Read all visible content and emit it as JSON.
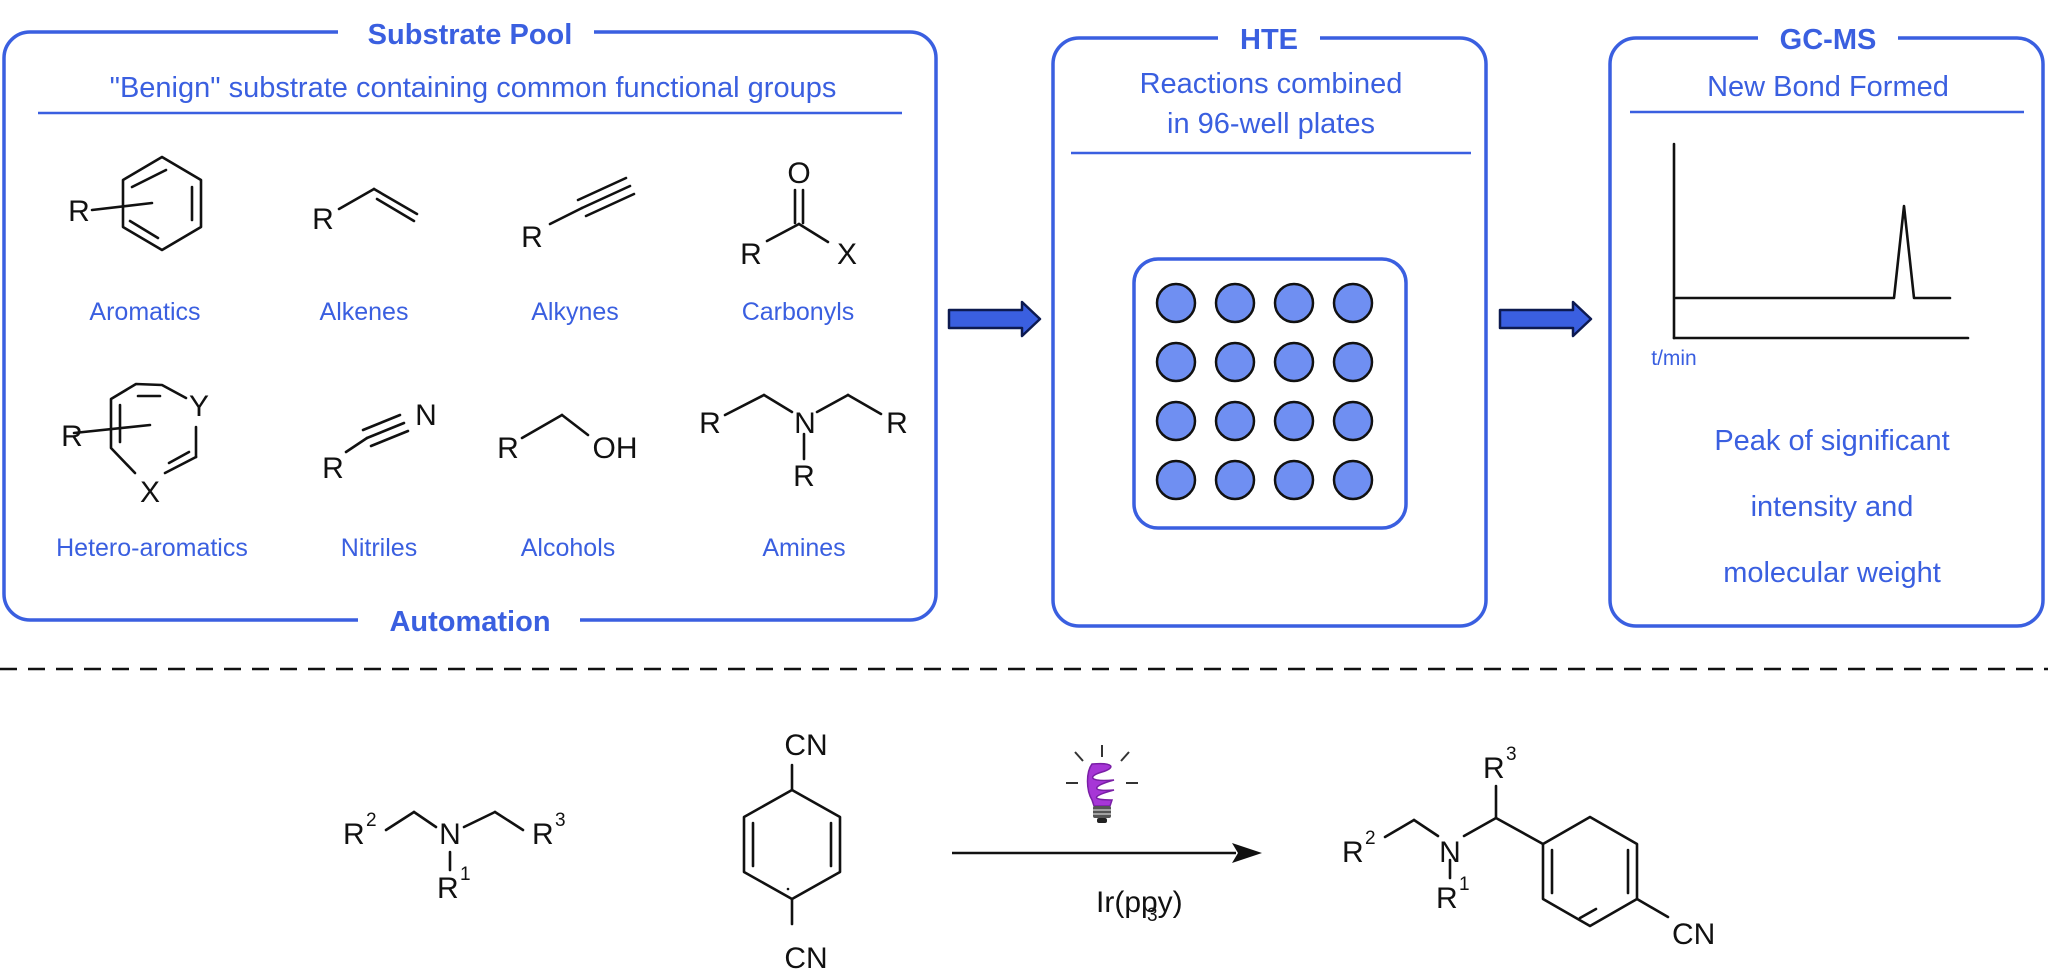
{
  "colors": {
    "accent": "#3a5fe0",
    "well_fill": "#6f8ff2",
    "bulb": "#a636d6"
  },
  "substrate_pool": {
    "title": "Substrate Pool",
    "subtitle": "\"Benign\" substrate containing common functional groups",
    "footer": "Automation",
    "groups": [
      {
        "label": "Aromatics"
      },
      {
        "label": "Alkenes"
      },
      {
        "label": "Alkynes"
      },
      {
        "label": "Carbonyls"
      },
      {
        "label": "Hetero-aromatics"
      },
      {
        "label": "Nitriles"
      },
      {
        "label": "Alcohols"
      },
      {
        "label": "Amines"
      }
    ],
    "atoms": {
      "R": "R",
      "O": "O",
      "X": "X",
      "Y": "Y",
      "N": "N",
      "OH": "OH"
    }
  },
  "hte": {
    "title": "HTE",
    "line1": "Reactions combined",
    "line2": "in 96-well plates",
    "wells": 16
  },
  "gcms": {
    "title": "GC-MS",
    "subtitle": "New Bond Formed",
    "axis_label": "t/min",
    "line1": "Peak of significant",
    "line2": "intensity and",
    "line3": "molecular weight"
  },
  "reaction": {
    "R1": "R",
    "R2": "R",
    "R3": "R",
    "sup1": "1",
    "sup2": "2",
    "sup3": "3",
    "N": "N",
    "CN": "CN",
    "catalyst_main": "Ir(ppy)",
    "catalyst_sub": "3"
  }
}
